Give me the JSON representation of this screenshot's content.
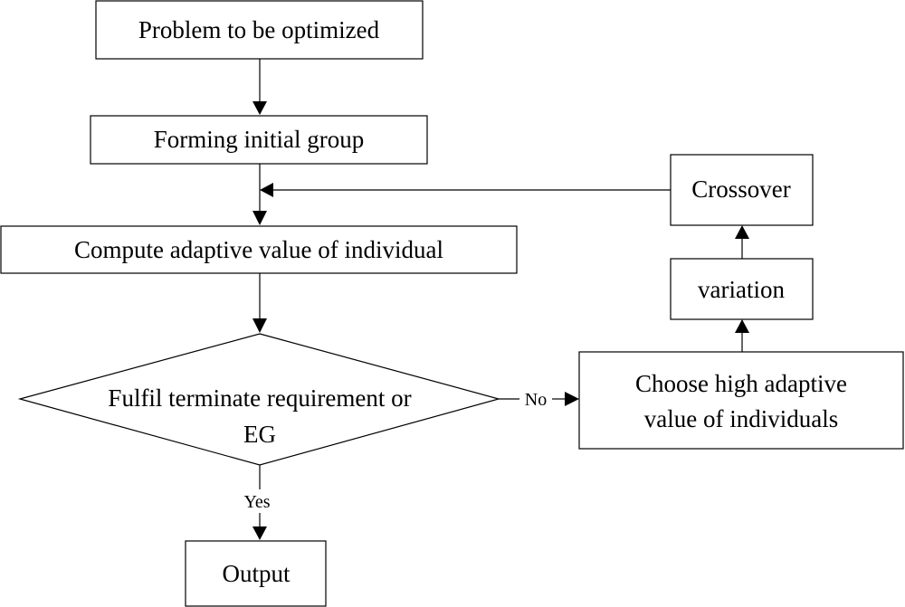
{
  "nodes": {
    "problem": {
      "text": "Problem to be optimized"
    },
    "initial_group": {
      "text": "Forming initial group"
    },
    "compute": {
      "text": "Compute adaptive value of individual"
    },
    "decision": {
      "line1": "Fulfil terminate requirement or",
      "line2": "EG"
    },
    "output": {
      "text": "Output"
    },
    "choose": {
      "line1": "Choose high adaptive",
      "line2": "value of individuals"
    },
    "variation": {
      "text": "variation"
    },
    "crossover": {
      "text": "Crossover"
    }
  },
  "edge_labels": {
    "no": "No",
    "yes": "Yes"
  },
  "colors": {
    "stroke": "#000000",
    "background": "#ffffff"
  }
}
